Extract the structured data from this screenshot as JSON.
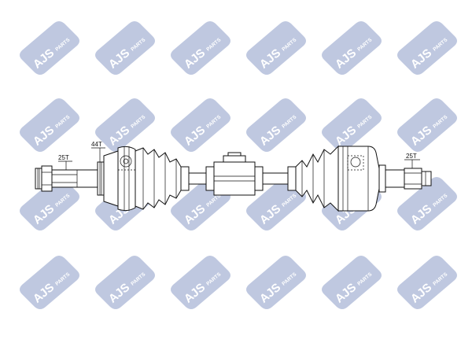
{
  "watermark": {
    "brand": "AJS",
    "suffix": "PARTS",
    "color": "#bcc6df",
    "text_color": "#ffffff"
  },
  "labels": {
    "outer_spline": "25T",
    "abs_ring": "44T",
    "inner_spline": "25T"
  },
  "line_color": "#111111"
}
